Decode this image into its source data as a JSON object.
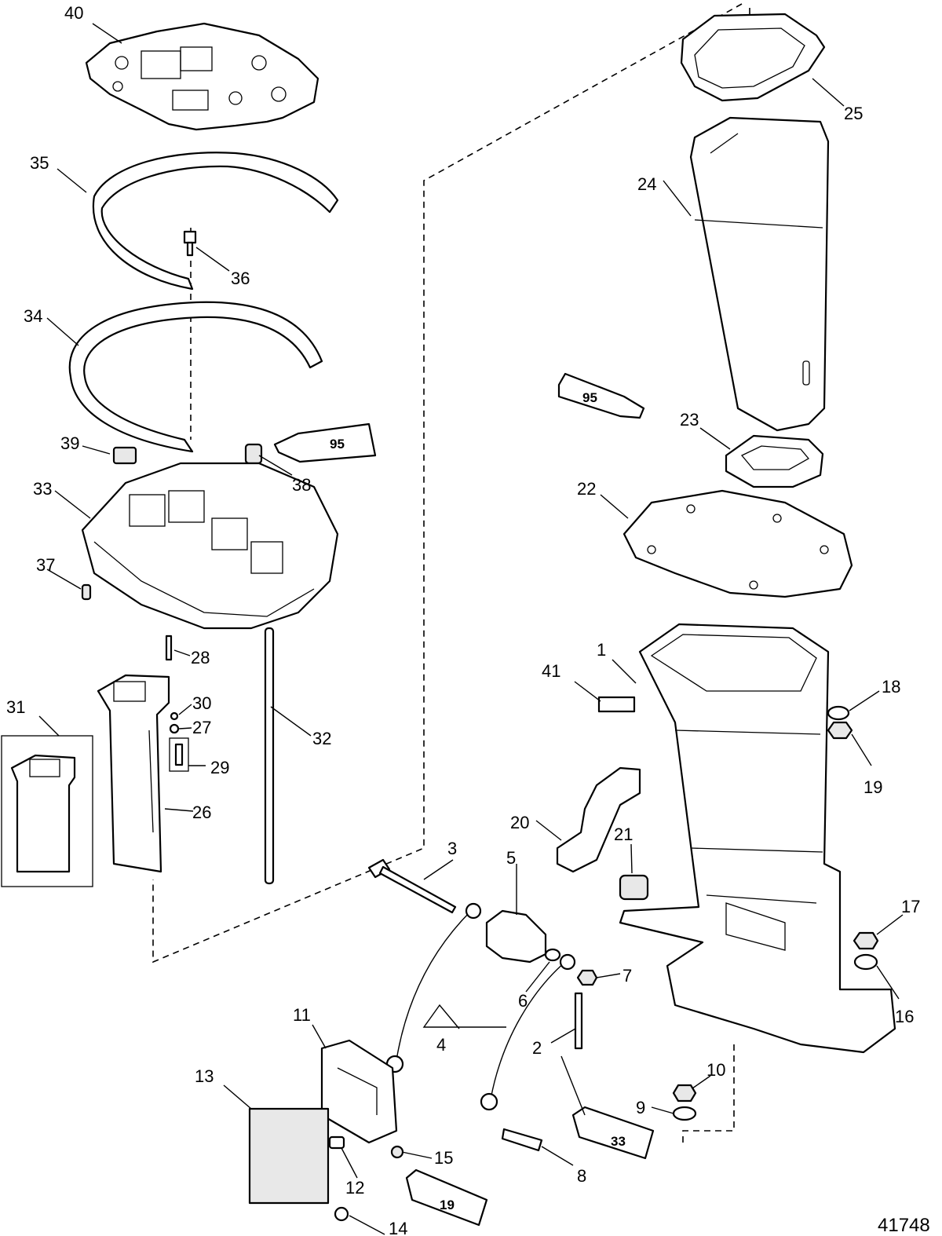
{
  "figure_id": "41748",
  "callouts": [
    "1",
    "2",
    "3",
    "4",
    "5",
    "6",
    "7",
    "8",
    "9",
    "10",
    "11",
    "12",
    "13",
    "14",
    "15",
    "16",
    "17",
    "18",
    "19",
    "20",
    "21",
    "22",
    "23",
    "24",
    "25",
    "26",
    "27",
    "28",
    "29",
    "30",
    "31",
    "32",
    "33",
    "34",
    "35",
    "36",
    "37",
    "38",
    "39",
    "40",
    "41"
  ],
  "tube_labels": {
    "sealant_a": "95",
    "sealant_b": "95",
    "grease": "33",
    "adhesive": "19"
  }
}
